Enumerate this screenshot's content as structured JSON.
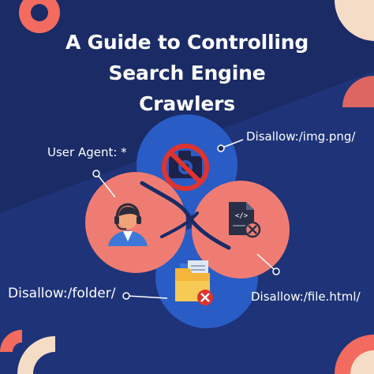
{
  "title": {
    "line1": "A Guide to Controlling",
    "line2": "Search Engine",
    "line3": "Crawlers"
  },
  "labels": {
    "user_agent": "User Agent: *",
    "img_disallow": "Disallow:/img.png/",
    "folder_disallow": "Disallow:/folder/",
    "file_disallow": "Disallow:/file.html/"
  },
  "icons": {
    "top": "no-camera-icon",
    "left": "user-headset-icon",
    "right": "code-file-blocked-icon",
    "bottom": "folder-blocked-icon"
  },
  "colors": {
    "background": "#1a2b66",
    "blue_lobe": "#2a5cc5",
    "salmon_lobe": "#ef7c72",
    "coral_accent": "#f26b5e",
    "cream_accent": "#f5dcc6",
    "block_red": "#e0332e"
  }
}
